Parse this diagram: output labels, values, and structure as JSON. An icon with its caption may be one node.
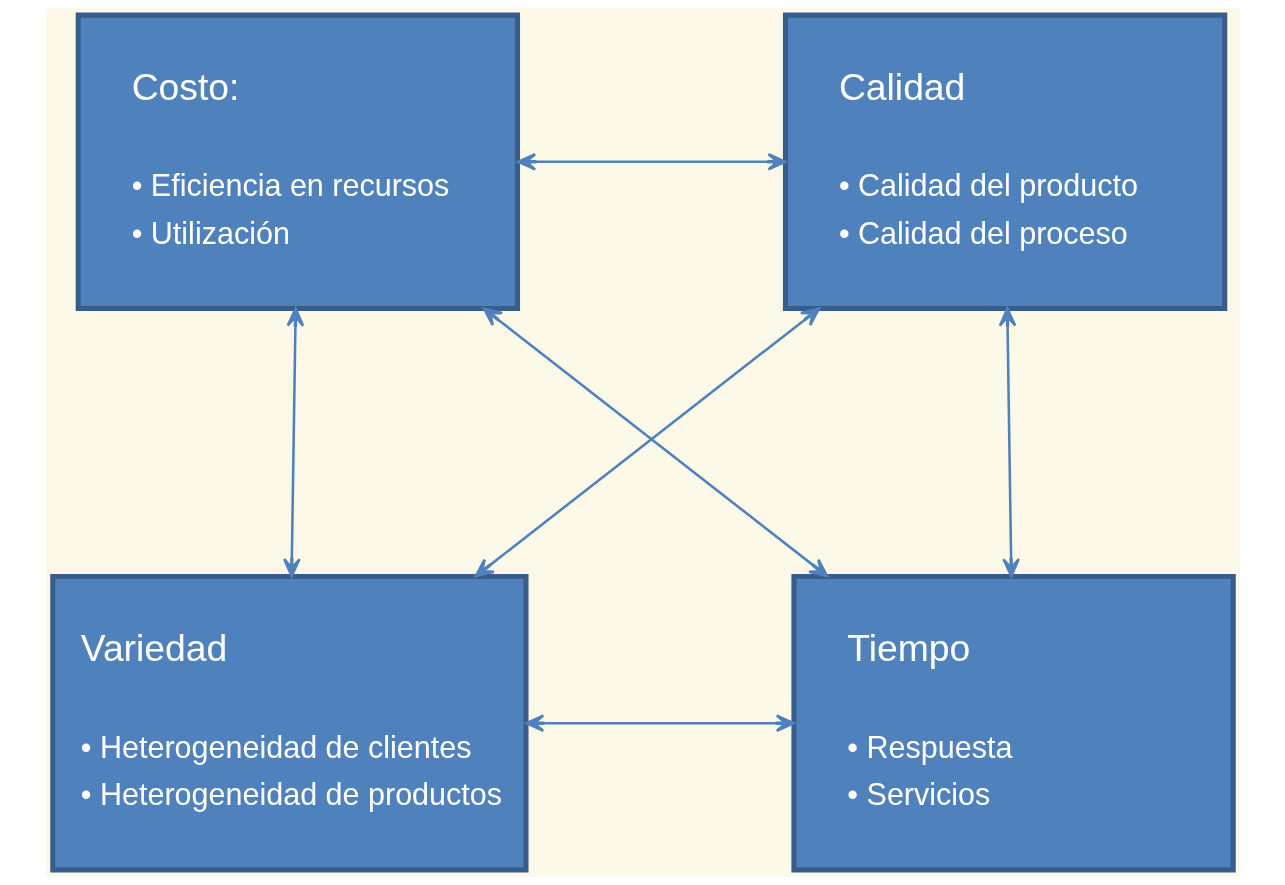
{
  "diagram": {
    "nodes": [
      {
        "text": [
          "Costo:",
          "• Eficiencia en recursos",
          "• Utilización"
        ]
      },
      {
        "text": [
          "Calidad",
          "• Calidad del producto",
          "• Calidad del proceso"
        ]
      },
      {
        "text": [
          "Variedad",
          "• Heterogeneidad de clientes",
          "• Heterogeneidad de productos"
        ]
      },
      {
        "text": [
          "Tiempo",
          "• Respuesta",
          "• Servicios"
        ]
      }
    ],
    "edges": [
      {
        "from": 0,
        "to": 1,
        "arrow": "both"
      },
      {
        "from": 0,
        "to": 2,
        "arrow": "both"
      },
      {
        "from": 0,
        "to": 3,
        "arrow": "both"
      },
      {
        "from": 1,
        "to": 2,
        "arrow": "both"
      },
      {
        "from": 1,
        "to": 3,
        "arrow": "both"
      },
      {
        "from": 2,
        "to": 3,
        "arrow": "both"
      }
    ]
  }
}
